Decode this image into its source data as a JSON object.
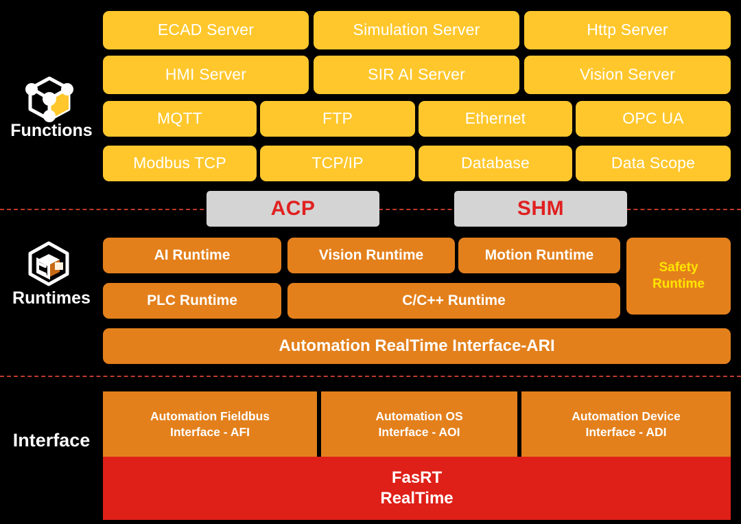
{
  "diagram": {
    "background_color": "#000000",
    "palette": {
      "functions_box": "#FFC72C",
      "runtime_box": "#E3801C",
      "middleware_box": "#D4D4D4",
      "middleware_text": "#E02020",
      "realtime_box": "#DF2018",
      "safety_text": "#FFE400",
      "divider": "#C0392B",
      "text_on_color": "#FFFFFF"
    },
    "sections": [
      {
        "id": "functions",
        "label": "Functions",
        "icon": "molecule-network-icon"
      },
      {
        "id": "runtimes",
        "label": "Runtimes",
        "icon": "cube-box-icon"
      },
      {
        "id": "interface",
        "label": "Interface",
        "icon": null
      }
    ],
    "functions": {
      "row1": [
        "ECAD Server",
        "Simulation Server",
        "Http Server"
      ],
      "row2": [
        "HMI Server",
        "SIR AI Server",
        "Vision Server"
      ],
      "row3": [
        "MQTT",
        "FTP",
        "Ethernet",
        "OPC UA"
      ],
      "row4": [
        "Modbus TCP",
        "TCP/IP",
        "Database",
        "Data Scope"
      ]
    },
    "middleware": {
      "items": [
        "ACP",
        "SHM"
      ]
    },
    "runtimes": {
      "row1": [
        "AI Runtime",
        "Vision Runtime",
        "Motion Runtime"
      ],
      "row2": [
        "PLC Runtime",
        "C/C++ Runtime"
      ],
      "safety": "Safety\nRuntime",
      "safety_line1": "Safety",
      "safety_line2": "Runtime",
      "ari": "Automation RealTime Interface-ARI"
    },
    "interface": {
      "items": [
        {
          "line1": "Automation Fieldbus",
          "line2": "Interface -  AFI"
        },
        {
          "line1": "Automation OS",
          "line2": "Interface -  AOI"
        },
        {
          "line1": "Automation Device",
          "line2": "Interface -  ADI"
        }
      ],
      "realtime": {
        "line1": "FasRT",
        "line2": "RealTime"
      }
    }
  }
}
